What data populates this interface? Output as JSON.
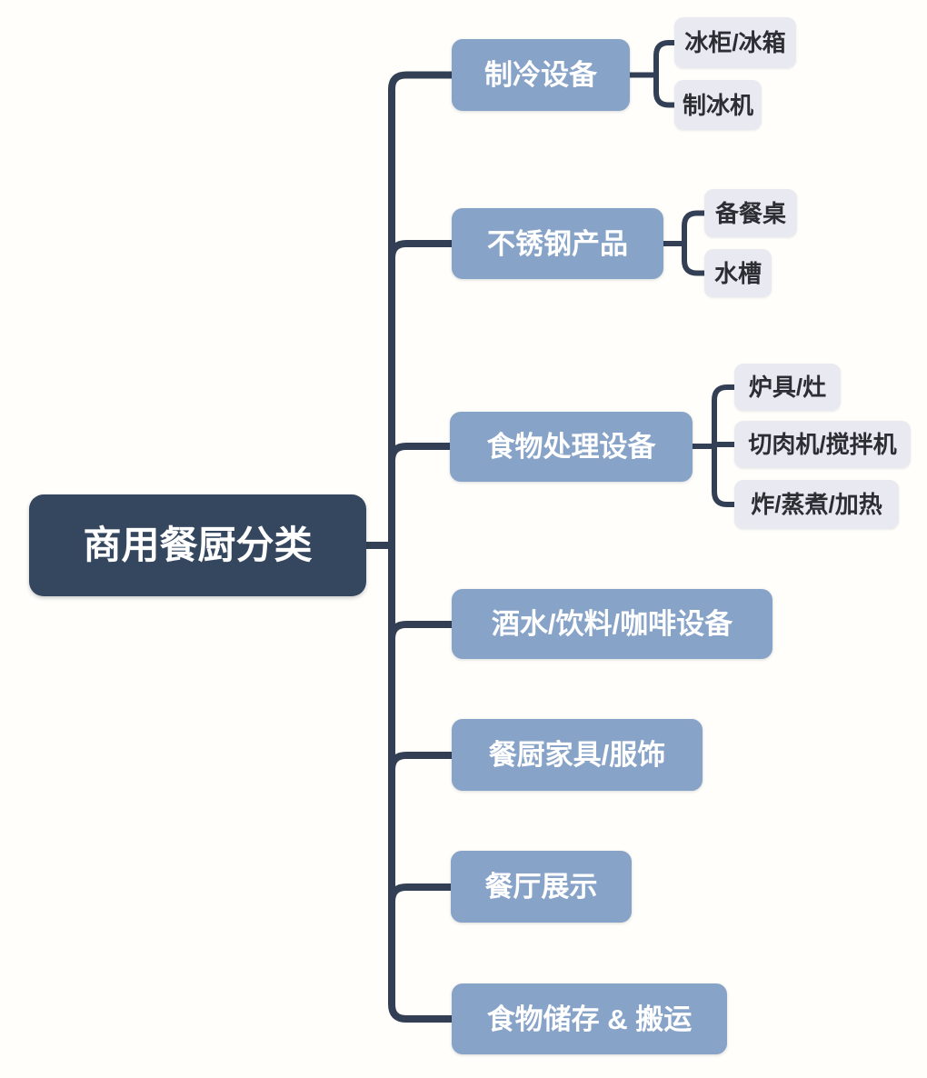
{
  "colors": {
    "line": "#333f55",
    "root_bg": "#35465f",
    "branch_bg": "#88a3c8",
    "child_bg": "#e9eaf1",
    "root_text": "#ffffff",
    "branch_text": "#ffffff",
    "child_text": "#2d2e34",
    "canvas_bg": "#fffefa"
  },
  "mindmap": {
    "root": {
      "label": "商用餐厨分类"
    },
    "branches": [
      {
        "label": "制冷设备",
        "children": [
          {
            "label": "冰柜/冰箱"
          },
          {
            "label": "制冰机"
          }
        ]
      },
      {
        "label": "不锈钢产品",
        "children": [
          {
            "label": "备餐桌"
          },
          {
            "label": "水槽"
          }
        ]
      },
      {
        "label": "食物处理设备",
        "children": [
          {
            "label": "炉具/灶"
          },
          {
            "label": "切肉机/搅拌机"
          },
          {
            "label": "炸/蒸煮/加热"
          }
        ]
      },
      {
        "label": "酒水/饮料/咖啡设备",
        "children": []
      },
      {
        "label": "餐厨家具/服饰",
        "children": []
      },
      {
        "label": "餐厅展示",
        "children": []
      },
      {
        "label": "食物储存 & 搬运",
        "children": []
      }
    ]
  }
}
